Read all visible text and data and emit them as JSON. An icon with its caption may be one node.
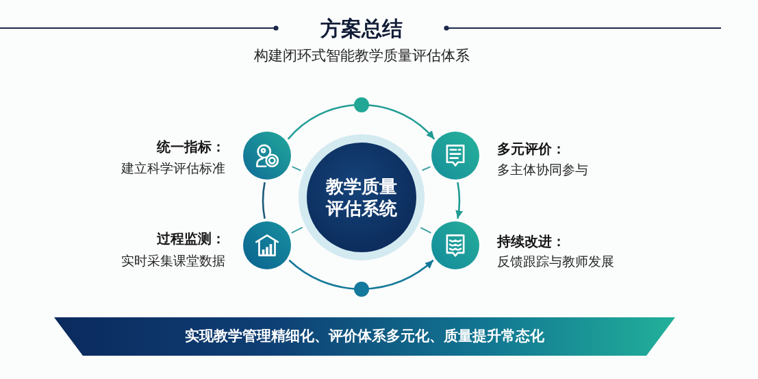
{
  "diagram": {
    "title": "方案总结",
    "nodes": [
      {
        "text": [
          "教学质量评估系统"
        ]
      },
      {
        "text": [],
        "shape": "circle",
        "beside": [
          "统一指标：",
          "建立科学评估标准"
        ]
      },
      {
        "text": [],
        "shape": "circle",
        "beside": [
          "多元评价：",
          "多主体协同参与"
        ]
      },
      {
        "text": [],
        "shape": "circle",
        "beside": [
          "过程监测：",
          "实时采集课堂数据"
        ]
      },
      {
        "text": [],
        "shape": "circle",
        "beside": [
          "持续改进：",
          "反馈跟踪与教师发展"
        ]
      },
      {
        "text": [
          "实现教学管理精细化、评价体系多元化、质量提升常态化"
        ]
      }
    ],
    "edges": [
      {
        "from": 1,
        "to": 2,
        "arrow": "to",
        "color": "#1f9c94"
      },
      {
        "from": 2,
        "to": 4,
        "arrow": "to",
        "color": "#1f9c94"
      },
      {
        "from": 3,
        "to": 4,
        "arrow": "to",
        "color": "#15799a"
      },
      {
        "from": 1,
        "to": 3,
        "arrow": "none",
        "color": "#1d5a7b"
      },
      {
        "from": 0,
        "to": 1,
        "arrow": "none"
      },
      {
        "from": 0,
        "to": 2,
        "arrow": "none"
      },
      {
        "from": 0,
        "to": 3,
        "arrow": "none"
      },
      {
        "from": 0,
        "to": 4,
        "arrow": "none"
      }
    ],
    "labels": [
      "构建闭环式智能教学质量评估体系"
    ]
  }
}
